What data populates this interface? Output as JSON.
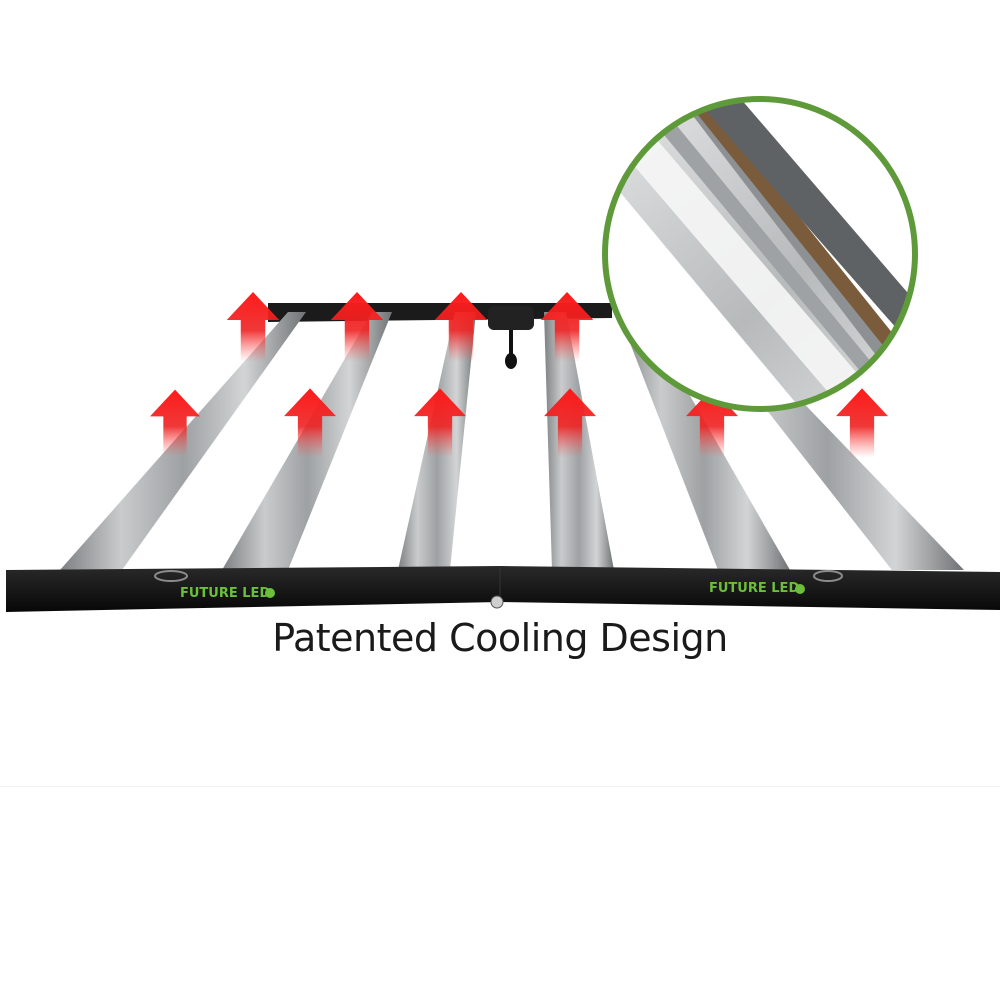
{
  "product": {
    "caption": "Patented Cooling Design",
    "brand_left": "FUTURE LED",
    "brand_right": "FUTURE LED"
  },
  "colors": {
    "background": "#ffffff",
    "frame": "#141414",
    "bar": "#a9abac",
    "arrow": "#e41e1e",
    "zoom_ring": "#5f9a3a",
    "brand_text": "#6bbf3a"
  },
  "icons": [
    "heat-arrow-icon",
    "magnifier-circle",
    "brand-logo-dot-icon"
  ]
}
